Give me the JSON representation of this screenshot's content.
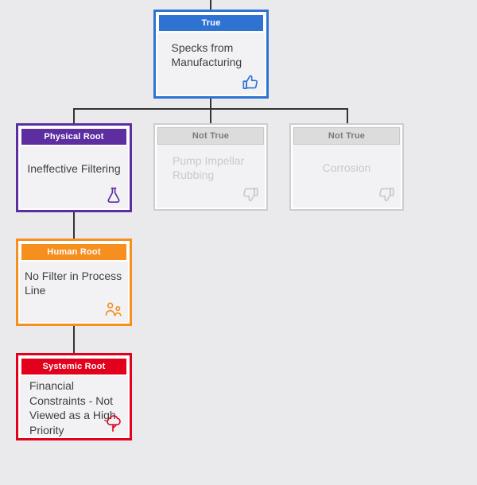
{
  "page": {
    "background": "#eaeaec",
    "connector_color": "#333333",
    "card_background": "#f2f2f4"
  },
  "nodes": [
    {
      "status": "True",
      "label": "Specks from Manufacturing",
      "icon": "thumbs-up-icon",
      "accent": "#2e72d2",
      "header_bg": "#2e72d2",
      "header_fg": "#ffffff",
      "text_color": "#3f3f3f",
      "icon_color": "#2e72d2"
    },
    {
      "status": "Physical Root",
      "label": "Ineffective Filtering",
      "icon": "chemistry-flask-icon",
      "accent": "#5c2ea0",
      "header_bg": "#5c2ea0",
      "header_fg": "#ffffff",
      "text_color": "#3f3f3f",
      "icon_color": "#5c2ea0"
    },
    {
      "status": "Not True",
      "label": "Pump Impellar Rubbing",
      "icon": "thumbs-down-icon",
      "accent": "#cdcdcd",
      "header_bg": "#dcdcdc",
      "header_fg": "#7a7a7a",
      "text_color": "#c9c9c9",
      "icon_color": "#c9c9c9"
    },
    {
      "status": "Not True",
      "label": "Corrosion",
      "icon": "thumbs-down-icon",
      "accent": "#cdcdcd",
      "header_bg": "#dcdcdc",
      "header_fg": "#7a7a7a",
      "text_color": "#c9c9c9",
      "icon_color": "#c9c9c9"
    },
    {
      "status": "Human Root",
      "label": "No Filter in Process Line",
      "icon": "people-icon",
      "accent": "#f78f1e",
      "header_bg": "#f78f1e",
      "header_fg": "#ffffff",
      "text_color": "#3f3f3f",
      "icon_color": "#f78f1e"
    },
    {
      "status": "Systemic Root",
      "label": "Financial Constraints - Not Viewed as a High Priority",
      "icon": "tree-icon",
      "accent": "#e2001c",
      "header_bg": "#e2001c",
      "header_fg": "#ffffff",
      "text_color": "#3f3f3f",
      "icon_color": "#e2001c"
    }
  ]
}
